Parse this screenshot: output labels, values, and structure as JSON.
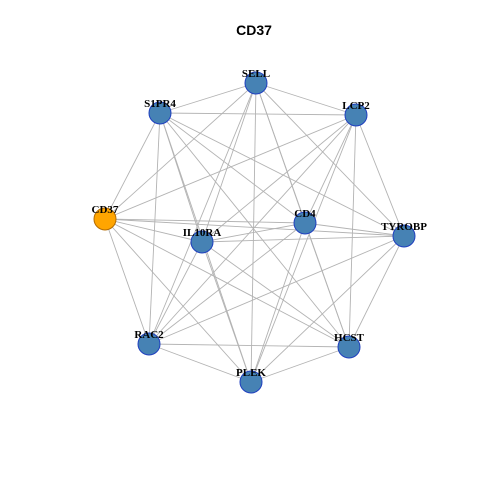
{
  "title": "CD37",
  "colors": {
    "query_node": "#ffa500",
    "node": "#4682b4",
    "node_border": "#1f3fbf",
    "edge": "#b3b3b3"
  },
  "nodes": [
    {
      "id": "SELL",
      "label": "SELL",
      "type": "neighbor"
    },
    {
      "id": "S1PR4",
      "label": "S1PR4",
      "type": "neighbor"
    },
    {
      "id": "LCP2",
      "label": "LCP2",
      "type": "neighbor"
    },
    {
      "id": "CD37",
      "label": "CD37",
      "type": "query"
    },
    {
      "id": "CD4",
      "label": "CD4",
      "type": "neighbor"
    },
    {
      "id": "IL10RA",
      "label": "IL10RA",
      "type": "neighbor"
    },
    {
      "id": "TYROBP",
      "label": "TYROBP",
      "type": "neighbor"
    },
    {
      "id": "RAC2",
      "label": "RAC2",
      "type": "neighbor"
    },
    {
      "id": "HCST",
      "label": "HCST",
      "type": "neighbor"
    },
    {
      "id": "PLEK",
      "label": "PLEK",
      "type": "neighbor"
    }
  ],
  "edges": [
    [
      "SELL",
      "S1PR4"
    ],
    [
      "SELL",
      "LCP2"
    ],
    [
      "SELL",
      "CD37"
    ],
    [
      "SELL",
      "CD4"
    ],
    [
      "SELL",
      "IL10RA"
    ],
    [
      "SELL",
      "TYROBP"
    ],
    [
      "SELL",
      "RAC2"
    ],
    [
      "SELL",
      "HCST"
    ],
    [
      "SELL",
      "PLEK"
    ],
    [
      "S1PR4",
      "LCP2"
    ],
    [
      "S1PR4",
      "CD37"
    ],
    [
      "S1PR4",
      "CD4"
    ],
    [
      "S1PR4",
      "IL10RA"
    ],
    [
      "S1PR4",
      "TYROBP"
    ],
    [
      "S1PR4",
      "RAC2"
    ],
    [
      "S1PR4",
      "HCST"
    ],
    [
      "S1PR4",
      "PLEK"
    ],
    [
      "LCP2",
      "CD37"
    ],
    [
      "LCP2",
      "CD4"
    ],
    [
      "LCP2",
      "IL10RA"
    ],
    [
      "LCP2",
      "TYROBP"
    ],
    [
      "LCP2",
      "RAC2"
    ],
    [
      "LCP2",
      "HCST"
    ],
    [
      "LCP2",
      "PLEK"
    ],
    [
      "CD37",
      "CD4"
    ],
    [
      "CD37",
      "IL10RA"
    ],
    [
      "CD37",
      "TYROBP"
    ],
    [
      "CD37",
      "RAC2"
    ],
    [
      "CD37",
      "HCST"
    ],
    [
      "CD37",
      "PLEK"
    ],
    [
      "CD4",
      "IL10RA"
    ],
    [
      "CD4",
      "TYROBP"
    ],
    [
      "CD4",
      "RAC2"
    ],
    [
      "CD4",
      "HCST"
    ],
    [
      "CD4",
      "PLEK"
    ],
    [
      "IL10RA",
      "TYROBP"
    ],
    [
      "IL10RA",
      "RAC2"
    ],
    [
      "IL10RA",
      "HCST"
    ],
    [
      "IL10RA",
      "PLEK"
    ],
    [
      "TYROBP",
      "RAC2"
    ],
    [
      "TYROBP",
      "HCST"
    ],
    [
      "TYROBP",
      "PLEK"
    ],
    [
      "RAC2",
      "HCST"
    ],
    [
      "RAC2",
      "PLEK"
    ],
    [
      "HCST",
      "PLEK"
    ]
  ]
}
